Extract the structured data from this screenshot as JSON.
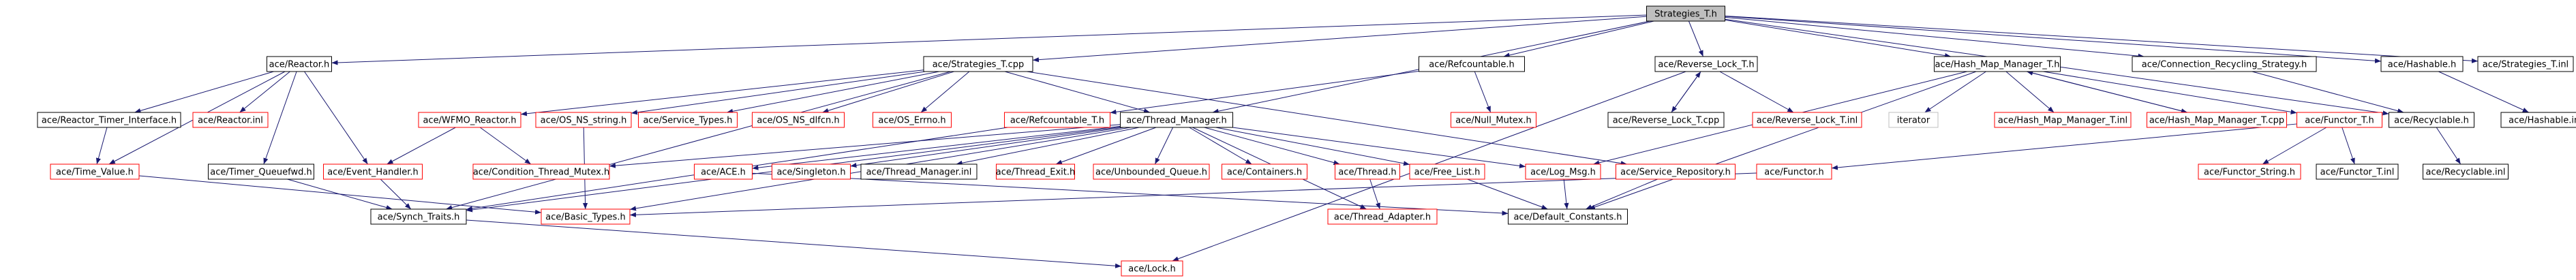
{
  "diagram": {
    "style": {
      "background": "#ffffff",
      "edge_color": "#191970",
      "node_border_normal": "#000000",
      "node_border_missing": "#ff0000",
      "node_border_external": "#bfbfbf",
      "root_fill": "#bfbfbf"
    },
    "nodes": [
      {
        "id": "strategies_t_h",
        "label": "Strategies_T.h",
        "kind": "root"
      },
      {
        "id": "reactor_h",
        "label": "ace/Reactor.h",
        "kind": "normal"
      },
      {
        "id": "strategies_t_cpp",
        "label": "ace/Strategies_T.cpp",
        "kind": "normal"
      },
      {
        "id": "refcountable_h",
        "label": "ace/Refcountable.h",
        "kind": "normal"
      },
      {
        "id": "reverse_lock_t_h",
        "label": "ace/Reverse_Lock_T.h",
        "kind": "normal"
      },
      {
        "id": "hash_map_manager_t_h",
        "label": "ace/Hash_Map_Manager_T.h",
        "kind": "normal"
      },
      {
        "id": "connection_recycling_strategy_h",
        "label": "ace/Connection_Recycling_Strategy.h",
        "kind": "normal"
      },
      {
        "id": "hashable_h",
        "label": "ace/Hashable.h",
        "kind": "normal"
      },
      {
        "id": "strategies_t_inl",
        "label": "ace/Strategies_T.inl",
        "kind": "normal"
      },
      {
        "id": "reactor_timer_interface_h",
        "label": "ace/Reactor_Timer_Interface.h",
        "kind": "normal"
      },
      {
        "id": "reactor_inl",
        "label": "ace/Reactor.inl",
        "kind": "missing"
      },
      {
        "id": "wfmo_reactor_h",
        "label": "ace/WFMO_Reactor.h",
        "kind": "missing"
      },
      {
        "id": "os_ns_string_h",
        "label": "ace/OS_NS_string.h",
        "kind": "missing"
      },
      {
        "id": "service_types_h",
        "label": "ace/Service_Types.h",
        "kind": "missing"
      },
      {
        "id": "os_ns_dlfcn_h",
        "label": "ace/OS_NS_dlfcn.h",
        "kind": "missing"
      },
      {
        "id": "os_errno_h",
        "label": "ace/OS_Errno.h",
        "kind": "missing"
      },
      {
        "id": "refcountable_t_h",
        "label": "ace/Refcountable_T.h",
        "kind": "missing"
      },
      {
        "id": "thread_manager_h",
        "label": "ace/Thread_Manager.h",
        "kind": "normal"
      },
      {
        "id": "null_mutex_h",
        "label": "ace/Null_Mutex.h",
        "kind": "missing"
      },
      {
        "id": "reverse_lock_t_cpp",
        "label": "ace/Reverse_Lock_T.cpp",
        "kind": "normal"
      },
      {
        "id": "reverse_lock_t_inl",
        "label": "ace/Reverse_Lock_T.inl",
        "kind": "missing"
      },
      {
        "id": "iterator",
        "label": "iterator",
        "kind": "external"
      },
      {
        "id": "hash_map_manager_t_inl",
        "label": "ace/Hash_Map_Manager_T.inl",
        "kind": "missing"
      },
      {
        "id": "hash_map_manager_t_cpp",
        "label": "ace/Hash_Map_Manager_T.cpp",
        "kind": "missing"
      },
      {
        "id": "functor_t_h",
        "label": "ace/Functor_T.h",
        "kind": "missing"
      },
      {
        "id": "recyclable_h",
        "label": "ace/Recyclable.h",
        "kind": "normal"
      },
      {
        "id": "hashable_inl",
        "label": "ace/Hashable.inl",
        "kind": "normal"
      },
      {
        "id": "time_value_h",
        "label": "ace/Time_Value.h",
        "kind": "missing"
      },
      {
        "id": "timer_queuefwd_h",
        "label": "ace/Timer_Queuefwd.h",
        "kind": "normal"
      },
      {
        "id": "event_handler_h",
        "label": "ace/Event_Handler.h",
        "kind": "missing"
      },
      {
        "id": "condition_thread_mutex_h",
        "label": "ace/Condition_Thread_Mutex.h",
        "kind": "missing"
      },
      {
        "id": "ace_h",
        "label": "ace/ACE.h",
        "kind": "missing"
      },
      {
        "id": "singleton_h",
        "label": "ace/Singleton.h",
        "kind": "missing"
      },
      {
        "id": "thread_manager_inl",
        "label": "ace/Thread_Manager.inl",
        "kind": "normal"
      },
      {
        "id": "thread_exit_h",
        "label": "ace/Thread_Exit.h",
        "kind": "missing"
      },
      {
        "id": "unbounded_queue_h",
        "label": "ace/Unbounded_Queue.h",
        "kind": "missing"
      },
      {
        "id": "containers_h",
        "label": "ace/Containers.h",
        "kind": "missing"
      },
      {
        "id": "thread_h",
        "label": "ace/Thread.h",
        "kind": "missing"
      },
      {
        "id": "free_list_h",
        "label": "ace/Free_List.h",
        "kind": "missing"
      },
      {
        "id": "log_msg_h",
        "label": "ace/Log_Msg.h",
        "kind": "missing"
      },
      {
        "id": "service_repository_h",
        "label": "ace/Service_Repository.h",
        "kind": "missing"
      },
      {
        "id": "functor_h",
        "label": "ace/Functor.h",
        "kind": "missing"
      },
      {
        "id": "functor_string_h",
        "label": "ace/Functor_String.h",
        "kind": "missing"
      },
      {
        "id": "functor_t_inl",
        "label": "ace/Functor_T.inl",
        "kind": "normal"
      },
      {
        "id": "recyclable_inl",
        "label": "ace/Recyclable.inl",
        "kind": "normal"
      },
      {
        "id": "synch_traits_h",
        "label": "ace/Synch_Traits.h",
        "kind": "normal"
      },
      {
        "id": "basic_types_h",
        "label": "ace/Basic_Types.h",
        "kind": "missing"
      },
      {
        "id": "thread_adapter_h",
        "label": "ace/Thread_Adapter.h",
        "kind": "missing"
      },
      {
        "id": "default_constants_h",
        "label": "ace/Default_Constants.h",
        "kind": "normal"
      },
      {
        "id": "lock_h",
        "label": "ace/Lock.h",
        "kind": "missing"
      }
    ],
    "edges": [
      [
        "strategies_t_h",
        "reactor_h"
      ],
      [
        "strategies_t_h",
        "strategies_t_cpp"
      ],
      [
        "strategies_t_h",
        "refcountable_h"
      ],
      [
        "strategies_t_h",
        "reverse_lock_t_h"
      ],
      [
        "strategies_t_h",
        "hash_map_manager_t_h"
      ],
      [
        "strategies_t_h",
        "connection_recycling_strategy_h"
      ],
      [
        "strategies_t_h",
        "hashable_h"
      ],
      [
        "strategies_t_h",
        "strategies_t_inl"
      ],
      [
        "strategies_t_h",
        "thread_manager_h"
      ],
      [
        "strategies_t_h",
        "recyclable_h"
      ],
      [
        "reactor_h",
        "reactor_timer_interface_h"
      ],
      [
        "reactor_h",
        "reactor_inl"
      ],
      [
        "reactor_h",
        "time_value_h"
      ],
      [
        "reactor_h",
        "timer_queuefwd_h"
      ],
      [
        "reactor_h",
        "event_handler_h"
      ],
      [
        "reactor_timer_interface_h",
        "time_value_h"
      ],
      [
        "timer_queuefwd_h",
        "synch_traits_h"
      ],
      [
        "time_value_h",
        "basic_types_h"
      ],
      [
        "event_handler_h",
        "synch_traits_h"
      ],
      [
        "strategies_t_cpp",
        "wfmo_reactor_h"
      ],
      [
        "strategies_t_cpp",
        "os_ns_string_h"
      ],
      [
        "strategies_t_cpp",
        "service_types_h"
      ],
      [
        "strategies_t_cpp",
        "os_ns_dlfcn_h"
      ],
      [
        "strategies_t_cpp",
        "os_errno_h"
      ],
      [
        "strategies_t_cpp",
        "thread_manager_h"
      ],
      [
        "strategies_t_cpp",
        "service_repository_h"
      ],
      [
        "strategies_t_cpp",
        "synch_traits_h"
      ],
      [
        "wfmo_reactor_h",
        "event_handler_h"
      ],
      [
        "wfmo_reactor_h",
        "condition_thread_mutex_h"
      ],
      [
        "os_ns_string_h",
        "basic_types_h"
      ],
      [
        "refcountable_h",
        "refcountable_t_h"
      ],
      [
        "refcountable_h",
        "null_mutex_h"
      ],
      [
        "refcountable_t_h",
        "synch_traits_h"
      ],
      [
        "thread_manager_h",
        "condition_thread_mutex_h"
      ],
      [
        "thread_manager_h",
        "ace_h"
      ],
      [
        "thread_manager_h",
        "singleton_h"
      ],
      [
        "thread_manager_h",
        "thread_manager_inl"
      ],
      [
        "thread_manager_h",
        "thread_exit_h"
      ],
      [
        "thread_manager_h",
        "unbounded_queue_h"
      ],
      [
        "thread_manager_h",
        "containers_h"
      ],
      [
        "thread_manager_h",
        "thread_h"
      ],
      [
        "thread_manager_h",
        "free_list_h"
      ],
      [
        "thread_manager_h",
        "log_msg_h"
      ],
      [
        "thread_manager_h",
        "thread_adapter_h"
      ],
      [
        "thread_manager_h",
        "basic_types_h"
      ],
      [
        "thread_manager_h",
        "synch_traits_h"
      ],
      [
        "thread_h",
        "thread_adapter_h"
      ],
      [
        "free_list_h",
        "default_constants_h"
      ],
      [
        "log_msg_h",
        "default_constants_h"
      ],
      [
        "ace_h",
        "default_constants_h"
      ],
      [
        "service_repository_h",
        "default_constants_h"
      ],
      [
        "functor_h",
        "basic_types_h"
      ],
      [
        "reverse_lock_t_h",
        "reverse_lock_t_cpp"
      ],
      [
        "reverse_lock_t_h",
        "reverse_lock_t_inl"
      ],
      [
        "reverse_lock_t_h",
        "lock_h"
      ],
      [
        "reverse_lock_t_cpp",
        "reverse_lock_t_h"
      ],
      [
        "hash_map_manager_t_h",
        "iterator"
      ],
      [
        "hash_map_manager_t_h",
        "hash_map_manager_t_inl"
      ],
      [
        "hash_map_manager_t_h",
        "hash_map_manager_t_cpp"
      ],
      [
        "hash_map_manager_t_h",
        "functor_t_h"
      ],
      [
        "hash_map_manager_t_h",
        "log_msg_h"
      ],
      [
        "hash_map_manager_t_h",
        "default_constants_h"
      ],
      [
        "hash_map_manager_t_cpp",
        "hash_map_manager_t_h"
      ],
      [
        "functor_t_h",
        "functor_h"
      ],
      [
        "functor_t_h",
        "functor_string_h"
      ],
      [
        "functor_t_h",
        "functor_t_inl"
      ],
      [
        "connection_recycling_strategy_h",
        "recyclable_h"
      ],
      [
        "recyclable_h",
        "recyclable_inl"
      ],
      [
        "hashable_h",
        "hashable_inl"
      ],
      [
        "synch_traits_h",
        "lock_h"
      ]
    ]
  }
}
